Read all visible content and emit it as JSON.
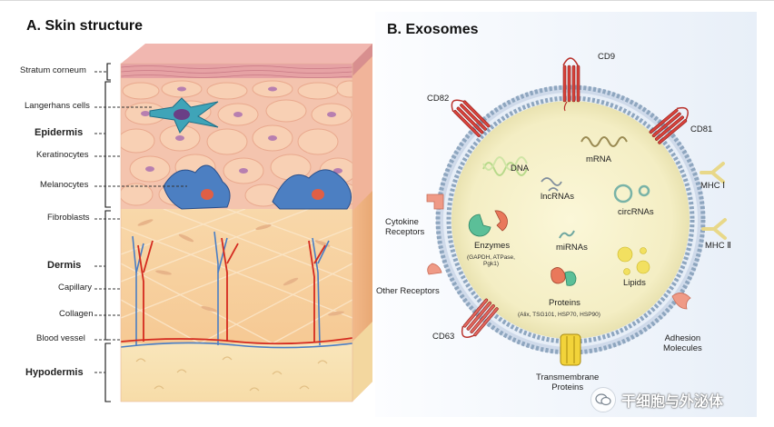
{
  "panel_a": {
    "title": "A.  Skin structure",
    "labels": {
      "stratum_corneum": "Stratum corneum",
      "langerhans": "Langerhans cells",
      "epidermis": "Epidermis",
      "keratinocytes": "Keratinocytes",
      "melanocytes": "Melanocytes",
      "fibroblasts": "Fibroblasts",
      "dermis": "Dermis",
      "capillary": "Capillary",
      "collagen": "Collagen",
      "blood_vessel": "Blood vessel",
      "hypodermis": "Hypodermis"
    }
  },
  "panel_b": {
    "title": "B.  Exosomes",
    "labels": {
      "cd9": "CD9",
      "cd82": "CD82",
      "cd81": "CD81",
      "mhc1": "MHC Ⅰ",
      "mhc2": "MHC Ⅱ",
      "cytokine_receptors": "Cytokine\nReceptors",
      "other_receptors": "Other Receptors",
      "cd63": "CD63",
      "adhesion_molecules": "Adhesion\nMolecules",
      "transmembrane_proteins": "Transmembrane\nProteins",
      "dna": "DNA",
      "mrna": "mRNA",
      "lncrnas": "lncRNAs",
      "circrnas": "circRNAs",
      "enzymes": "Enzymes",
      "enzymes_detail": "(GAPDH, ATPase,\nPgk1)",
      "mirnas": "miRNAs",
      "lipids": "Lipids",
      "proteins": "Proteins",
      "proteins_detail": "(Alix, TSG101, HSP70, HSP90)"
    }
  },
  "watermark": {
    "text": "干细胞与外泌体"
  },
  "colors": {
    "stratum": "#e7a5a6",
    "epidermis": "#f5c5b0",
    "keratinocyte": "#f7c9a8",
    "dermis": "#f7cf9f",
    "hypodermis": "#f8e2b3",
    "artery": "#d42a1f",
    "vein": "#4a7ec4",
    "membrane_head": "#8ea6bf",
    "lumen": "#f7f3cf",
    "receptor_red": "#d8423b",
    "mhc": "#e8d889",
    "enzyme": "#e9785b",
    "lipid": "#f2e060"
  }
}
